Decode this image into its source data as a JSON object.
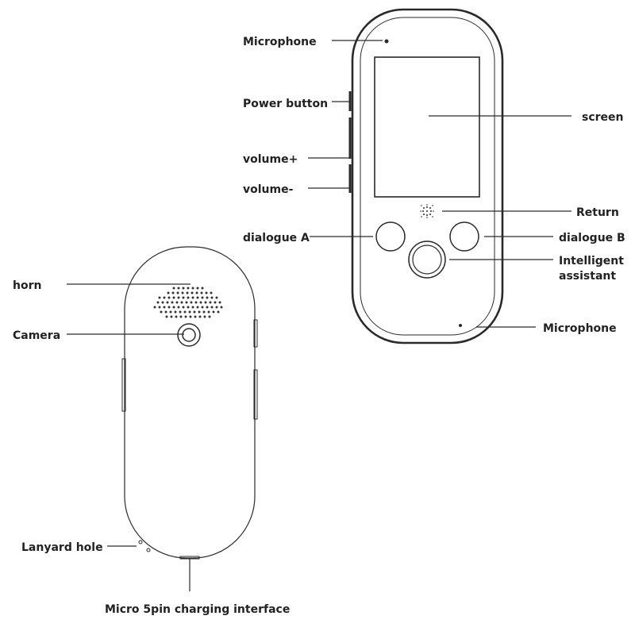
{
  "front_labels": {
    "microphone_top": "Microphone",
    "power_button": "Power button",
    "volume_up": "volume+",
    "volume_down": "volume-",
    "screen": "screen",
    "return": "Return",
    "dialogue_a": "dialogue A",
    "dialogue_b": "dialogue B",
    "assistant_line1": "Intelligent",
    "assistant_line2": "assistant",
    "microphone_bottom": "Microphone"
  },
  "back_labels": {
    "horn": "horn",
    "camera": "Camera",
    "lanyard_hole": "Lanyard hole",
    "charging": "Micro 5pin charging interface"
  },
  "colors": {
    "line": "#2a2a2a",
    "text": "#222222",
    "background": "#ffffff"
  }
}
